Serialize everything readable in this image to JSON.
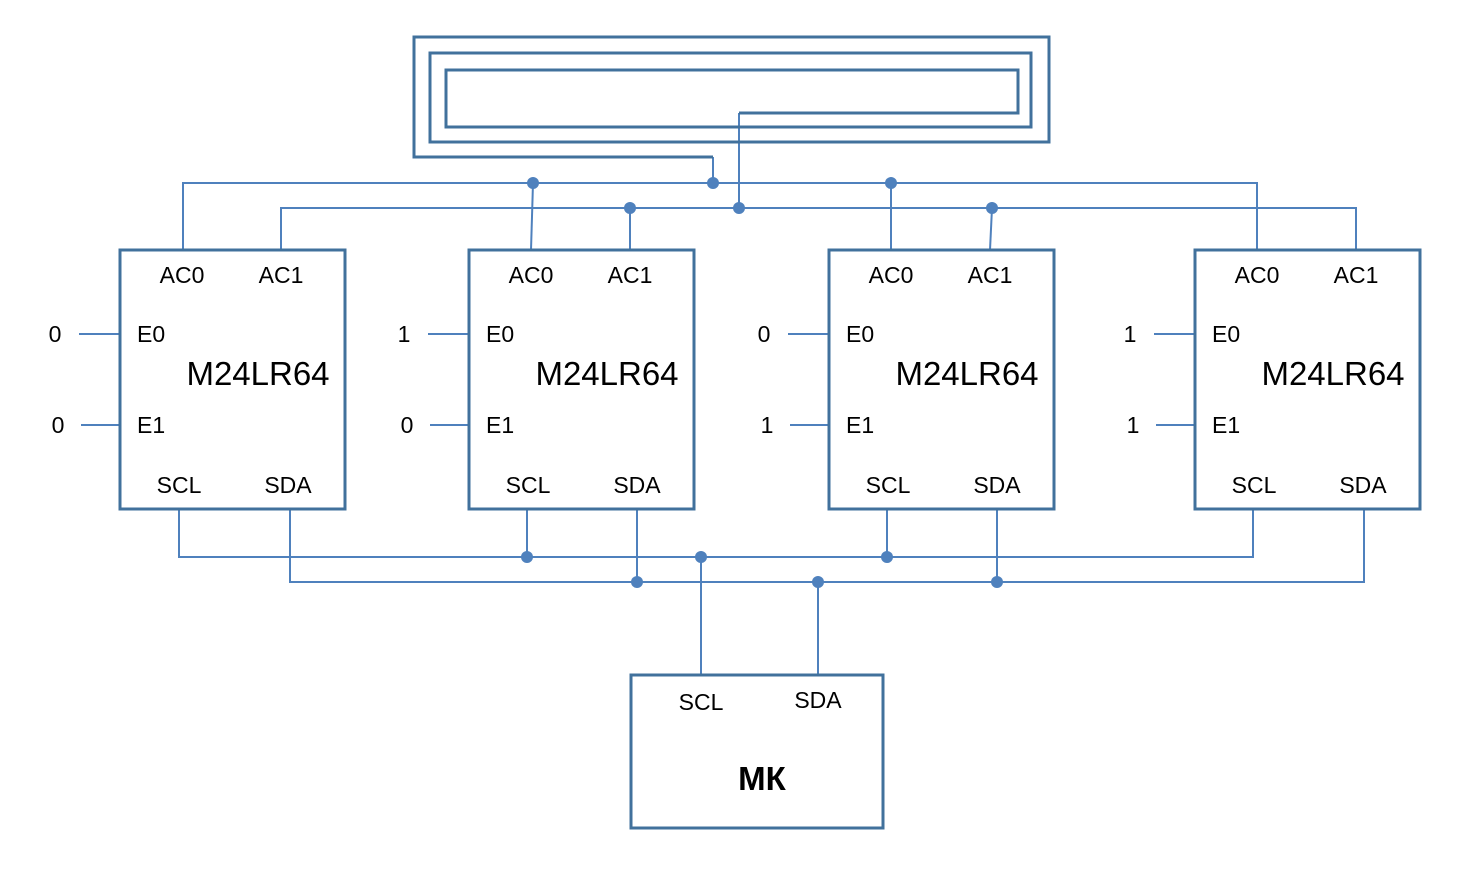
{
  "colors": {
    "outline": "#41719C",
    "wire": "#4F81BD",
    "node": "#4F81BD",
    "text": "#000000"
  },
  "chips": [
    {
      "name": "M24LR64",
      "pins": {
        "ac0": "AC0",
        "ac1": "AC1",
        "e0": "E0",
        "e1": "E1",
        "scl": "SCL",
        "sda": "SDA"
      },
      "e0_value": "0",
      "e1_value": "0"
    },
    {
      "name": "M24LR64",
      "pins": {
        "ac0": "AC0",
        "ac1": "AC1",
        "e0": "E0",
        "e1": "E1",
        "scl": "SCL",
        "sda": "SDA"
      },
      "e0_value": "1",
      "e1_value": "0"
    },
    {
      "name": "M24LR64",
      "pins": {
        "ac0": "AC0",
        "ac1": "AC1",
        "e0": "E0",
        "e1": "E1",
        "scl": "SCL",
        "sda": "SDA"
      },
      "e0_value": "0",
      "e1_value": "1"
    },
    {
      "name": "M24LR64",
      "pins": {
        "ac0": "AC0",
        "ac1": "AC1",
        "e0": "E0",
        "e1": "E1",
        "scl": "SCL",
        "sda": "SDA"
      },
      "e0_value": "1",
      "e1_value": "1"
    }
  ],
  "mcu": {
    "name": "МК",
    "scl": "SCL",
    "sda": "SDA"
  }
}
